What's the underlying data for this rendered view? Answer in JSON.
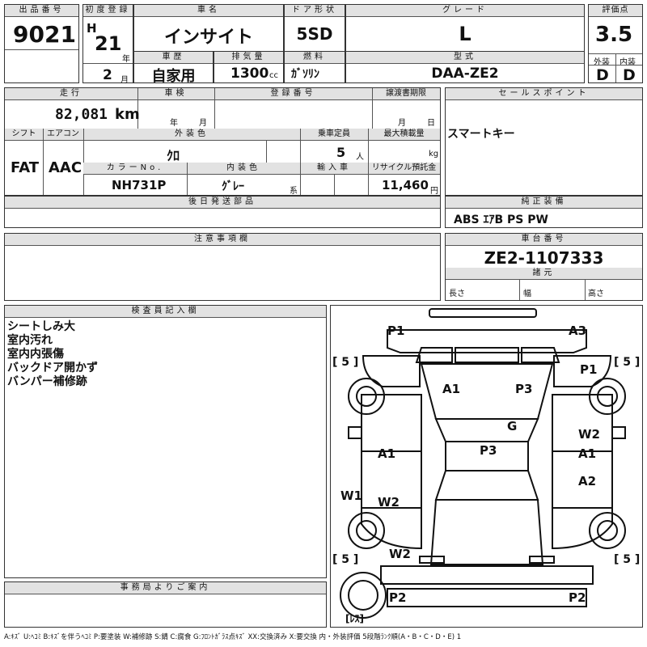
{
  "lot": {
    "label": "出品番号",
    "value": "9021"
  },
  "first_reg": {
    "label": "初度登録",
    "era": "H",
    "year": "21",
    "year_unit": "年",
    "month": "2",
    "month_unit": "月"
  },
  "car_name": {
    "label": "車名",
    "value": "インサイト"
  },
  "door": {
    "label": "ドア形状",
    "value": "5SD"
  },
  "grade": {
    "label": "グレード",
    "value": "L"
  },
  "score": {
    "label": "評価点",
    "value": "3.5",
    "ext_label": "外装",
    "int_label": "内装",
    "ext": "D",
    "int": "D"
  },
  "history": {
    "label": "車歴",
    "value": "自家用"
  },
  "displacement": {
    "label": "排気量",
    "value": "1300",
    "unit": "cc"
  },
  "fuel": {
    "label": "燃料",
    "value": "ｶﾞｿﾘﾝ"
  },
  "model_code": {
    "label": "型式",
    "value": "DAA-ZE2"
  },
  "mileage": {
    "label": "走行",
    "value": "82,081",
    "unit": "km"
  },
  "inspection": {
    "label": "車検",
    "year_unit": "年",
    "month_unit": "月"
  },
  "reg_no": {
    "label": "登録番号"
  },
  "transfer": {
    "label": "譲渡書期限",
    "month_unit": "月",
    "day_unit": "日"
  },
  "shift": {
    "label": "シフト",
    "value": "FAT"
  },
  "aircon": {
    "label": "エアコン",
    "value": "AAC"
  },
  "ext_color": {
    "label": "外装色",
    "value": "ｸﾛ"
  },
  "capacity": {
    "label": "乗車定員",
    "value": "5",
    "unit": "人"
  },
  "max_load": {
    "label": "最大積載量",
    "unit": "kg"
  },
  "color_no": {
    "label": "カラーNo.",
    "value": "NH731P"
  },
  "int_color": {
    "label": "内装色",
    "value": "ｸﾞﾚｰ",
    "unit": "系"
  },
  "import": {
    "label": "輸入車"
  },
  "recycle": {
    "label": "リサイクル預託金",
    "value": "11,460",
    "unit": "円"
  },
  "sales_point": {
    "label": "セールスポイント",
    "value": "スマートキー"
  },
  "later_parts": {
    "label": "後日発送部品"
  },
  "equipment": {
    "label": "純正装備",
    "value": "ABS ｴｱB PS PW"
  },
  "notes": {
    "label": "注意事項欄"
  },
  "chassis": {
    "label": "車台番号",
    "value": "ZE2-1107333"
  },
  "dims": {
    "label": "諸元",
    "length": "長さ",
    "width": "幅",
    "height": "高さ"
  },
  "inspector": {
    "label": "検査員記入欄",
    "lines": [
      "シートしみ大",
      "室内汚れ",
      "室内内張傷",
      "バックドア開かず",
      "バンパー補修跡"
    ]
  },
  "office": {
    "label": "事務局よりご案内"
  },
  "diagram": {
    "marks": [
      {
        "id": "front-left-corner",
        "text": "P1"
      },
      {
        "id": "front-right-corner",
        "text": "A3"
      },
      {
        "id": "right-front-fender",
        "text": "P1"
      },
      {
        "id": "hood-left",
        "text": "A1"
      },
      {
        "id": "hood-right",
        "text": "P3"
      },
      {
        "id": "windshield",
        "text": "G"
      },
      {
        "id": "roof",
        "text": "P3"
      },
      {
        "id": "left-front-door",
        "text": "A1"
      },
      {
        "id": "right-front-door-upper",
        "text": "W2"
      },
      {
        "id": "right-front-door-lower",
        "text": "A1"
      },
      {
        "id": "right-rear-door",
        "text": "A2"
      },
      {
        "id": "left-rocker",
        "text": "W1"
      },
      {
        "id": "left-rear-door",
        "text": "W2"
      },
      {
        "id": "left-rear-quarter",
        "text": "W2"
      },
      {
        "id": "rear-left-corner",
        "text": "P2"
      },
      {
        "id": "rear-right-corner",
        "text": "P2"
      }
    ],
    "tires": [
      {
        "id": "tire-front-left",
        "text": "[ 5 ]"
      },
      {
        "id": "tire-front-right",
        "text": "[ 5 ]"
      },
      {
        "id": "tire-rear-left",
        "text": "[ 5 ]"
      },
      {
        "id": "tire-rear-right",
        "text": "[ 5 ]"
      }
    ],
    "spare_label": "[ﾚｽ]"
  },
  "legend": "A:ｷｽﾞ U:ﾍｺﾐ B:ｷｽﾞを伴うﾍｺﾐ P:要塗装 W:補修跡 S:錆 C:腐食 G:ﾌﾛﾝﾄｶﾞﾗｽ点ｷｽﾞ XX:交換済み X:要交換  内・外装評価 5段階ﾗﾝｸ順(A・B・C・D・E) 1"
}
